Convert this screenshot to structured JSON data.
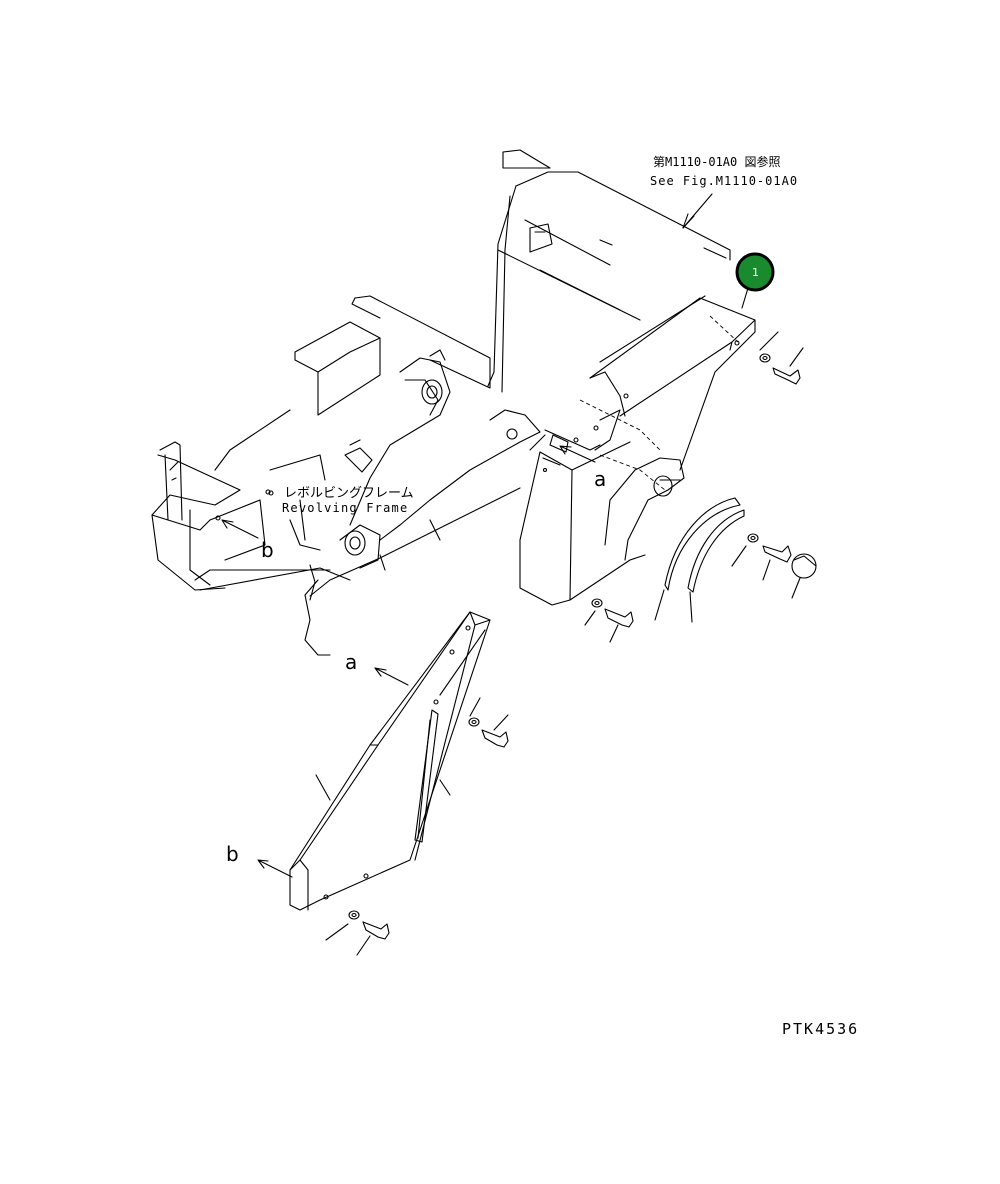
{
  "reference_note": {
    "japanese": "第M1110-01A0 図参照",
    "english": "See Fig.M1110-01A0"
  },
  "frame_label": {
    "japanese": "レボルビングフレーム",
    "english": "Revolving Frame"
  },
  "callout": {
    "number": "1",
    "color": "#1a8a2e"
  },
  "view_markers": {
    "a_upper": "a",
    "b_upper": "b",
    "a_lower": "a",
    "b_lower": "b"
  },
  "figure_code": "PTK4536"
}
